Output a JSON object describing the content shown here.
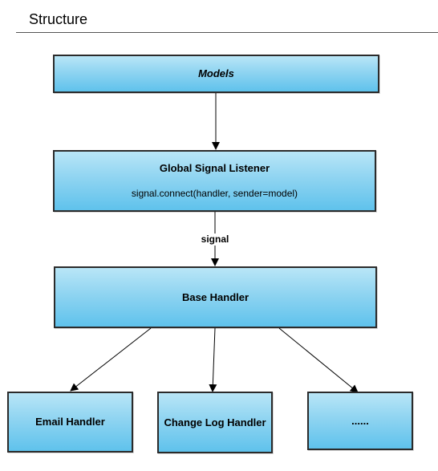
{
  "page": {
    "title": "Structure"
  },
  "nodes": {
    "models": {
      "label": "Models"
    },
    "listener": {
      "label": "Global Signal Listener",
      "detail": "signal.connect(handler, sender=model)"
    },
    "base": {
      "label": "Base Handler"
    },
    "email": {
      "label": "Email Handler"
    },
    "changelog": {
      "label": "Change Log Handler"
    },
    "more": {
      "label": "......"
    }
  },
  "edges": [
    {
      "from": "models",
      "to": "listener",
      "label": ""
    },
    {
      "from": "listener",
      "to": "base",
      "label": "signal"
    },
    {
      "from": "base",
      "to": "email",
      "label": ""
    },
    {
      "from": "base",
      "to": "changelog",
      "label": ""
    },
    {
      "from": "base",
      "to": "more",
      "label": ""
    }
  ],
  "colors": {
    "box_fill_top": "#b9e6f7",
    "box_fill_bottom": "#5fc2ec",
    "box_border": "#2b2b2b",
    "line": "#000000"
  }
}
